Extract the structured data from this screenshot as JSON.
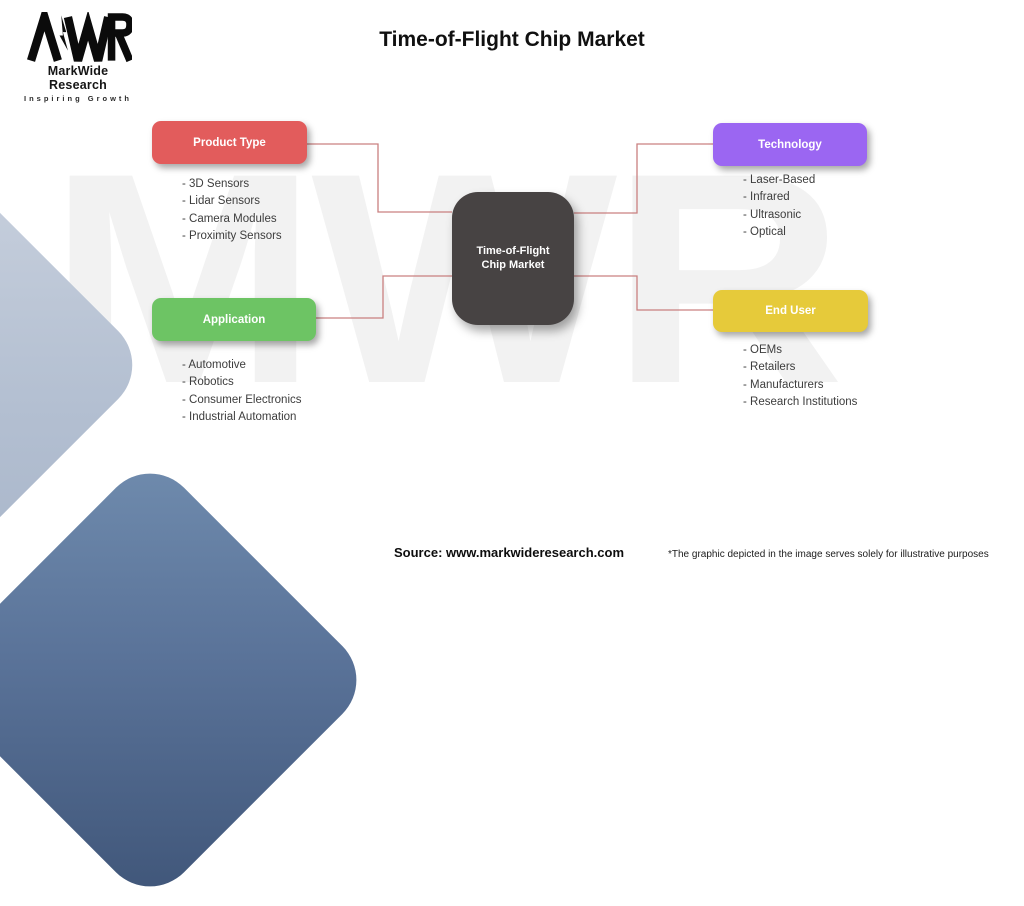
{
  "page": {
    "title": "Time-of-Flight Chip Market"
  },
  "logo": {
    "mark": "MWR",
    "name": "MarkWide Research",
    "tagline": "Inspiring Growth"
  },
  "watermark": {
    "text": "MWR"
  },
  "center_node": {
    "label": "Time-of-Flight Chip Market",
    "color": "#474343"
  },
  "nodes": [
    {
      "id": "product-type",
      "label": "Product Type",
      "color": "#e25c5c",
      "items": [
        "- 3D Sensors",
        "- Lidar Sensors",
        "- Camera Modules",
        "- Proximity Sensors"
      ]
    },
    {
      "id": "technology",
      "label": "Technology",
      "color": "#9b66f2",
      "items": [
        "- Laser-Based",
        "- Infrared",
        "- Ultrasonic",
        "- Optical"
      ]
    },
    {
      "id": "application",
      "label": "Application",
      "color": "#6dc464",
      "items": [
        "- Automotive",
        "- Robotics",
        "- Consumer Electronics",
        "- Industrial Automation"
      ]
    },
    {
      "id": "end-user",
      "label": "End User",
      "color": "#e6ca3a",
      "items": [
        "- OEMs",
        "- Retailers",
        "- Manufacturers",
        "- Research Institutions"
      ]
    }
  ],
  "connectors": {
    "color": "#c98080"
  },
  "footer": {
    "source": "Source: www.markwideresearch.com",
    "disclaimer": "*The graphic depicted in the image serves solely for illustrative purposes"
  }
}
